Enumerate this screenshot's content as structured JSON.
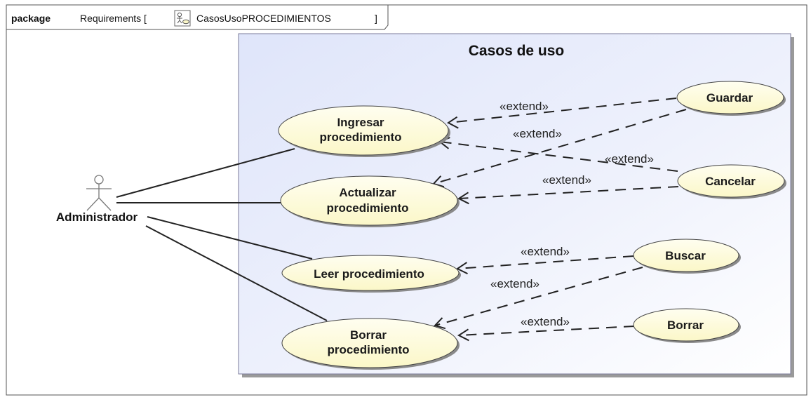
{
  "frame": {
    "keyword": "package",
    "name": "Requirements [",
    "diagram_name": "CasosUsoPROCEDIMIENTOS",
    "close": "]",
    "diagram_icon": "use-case-diagram-icon"
  },
  "subject": {
    "title": "Casos de uso"
  },
  "actor": {
    "name": "Administrador",
    "icon": "stick-figure-actor-icon"
  },
  "use_cases": {
    "ingresar": [
      "Ingresar",
      "procedimiento"
    ],
    "actualizar": [
      "Actualizar",
      "procedimiento"
    ],
    "leer": [
      "Leer procedimiento"
    ],
    "borrar_proc": [
      "Borrar",
      "procedimiento"
    ],
    "guardar": [
      "Guardar"
    ],
    "cancelar": [
      "Cancelar"
    ],
    "buscar": [
      "Buscar"
    ],
    "borrar": [
      "Borrar"
    ]
  },
  "relations": {
    "extend_label": "«extend»"
  },
  "colors": {
    "usecase_fill": "#fdfbd6",
    "subject_fill": "#e6ebfb",
    "line": "#222222"
  }
}
